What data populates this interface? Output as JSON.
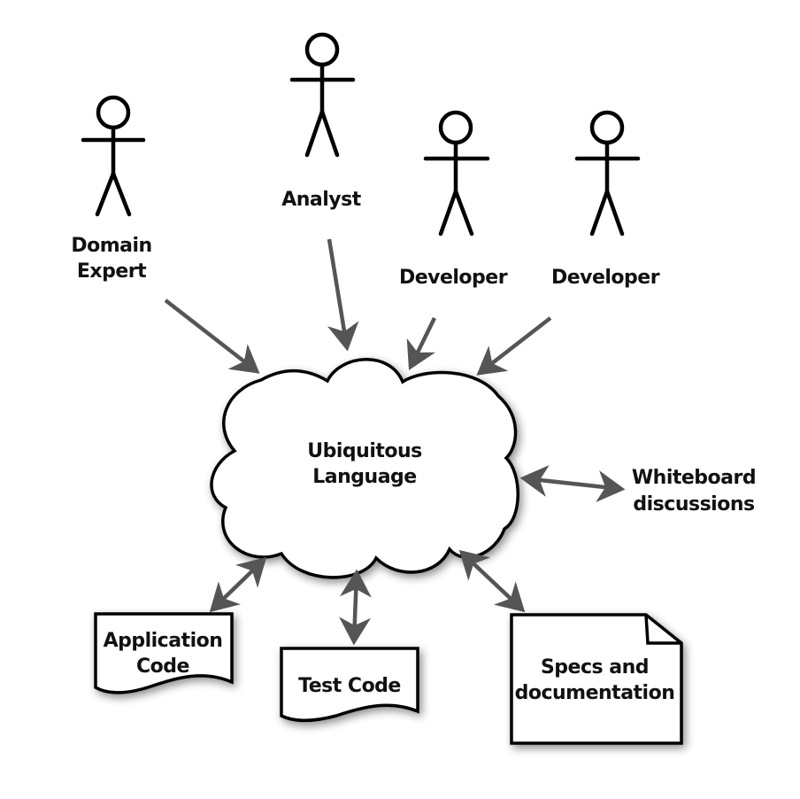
{
  "diagram": {
    "actors": [
      {
        "id": "domain-expert",
        "lines": [
          "Domain",
          "Expert"
        ]
      },
      {
        "id": "analyst",
        "lines": [
          "Analyst"
        ]
      },
      {
        "id": "developer-1",
        "lines": [
          "Developer"
        ]
      },
      {
        "id": "developer-2",
        "lines": [
          "Developer"
        ]
      }
    ],
    "center": {
      "lines": [
        "Ubiquitous",
        "Language"
      ]
    },
    "whiteboard": {
      "lines": [
        "Whiteboard",
        "discussions"
      ]
    },
    "documents": [
      {
        "id": "application-code",
        "lines": [
          "Application",
          "Code"
        ]
      },
      {
        "id": "test-code",
        "lines": [
          "Test Code"
        ]
      },
      {
        "id": "specs",
        "lines": [
          "Specs and",
          "documentation"
        ]
      }
    ],
    "connections": [
      {
        "from": "Domain Expert",
        "to": "Ubiquitous Language",
        "direction": "one-way"
      },
      {
        "from": "Analyst",
        "to": "Ubiquitous Language",
        "direction": "one-way"
      },
      {
        "from": "Developer",
        "to": "Ubiquitous Language",
        "direction": "one-way"
      },
      {
        "from": "Developer",
        "to": "Ubiquitous Language",
        "direction": "one-way"
      },
      {
        "from": "Ubiquitous Language",
        "to": "Whiteboard discussions",
        "direction": "two-way"
      },
      {
        "from": "Ubiquitous Language",
        "to": "Application Code",
        "direction": "two-way"
      },
      {
        "from": "Ubiquitous Language",
        "to": "Test Code",
        "direction": "two-way"
      },
      {
        "from": "Ubiquitous Language",
        "to": "Specs and documentation",
        "direction": "two-way"
      }
    ]
  }
}
